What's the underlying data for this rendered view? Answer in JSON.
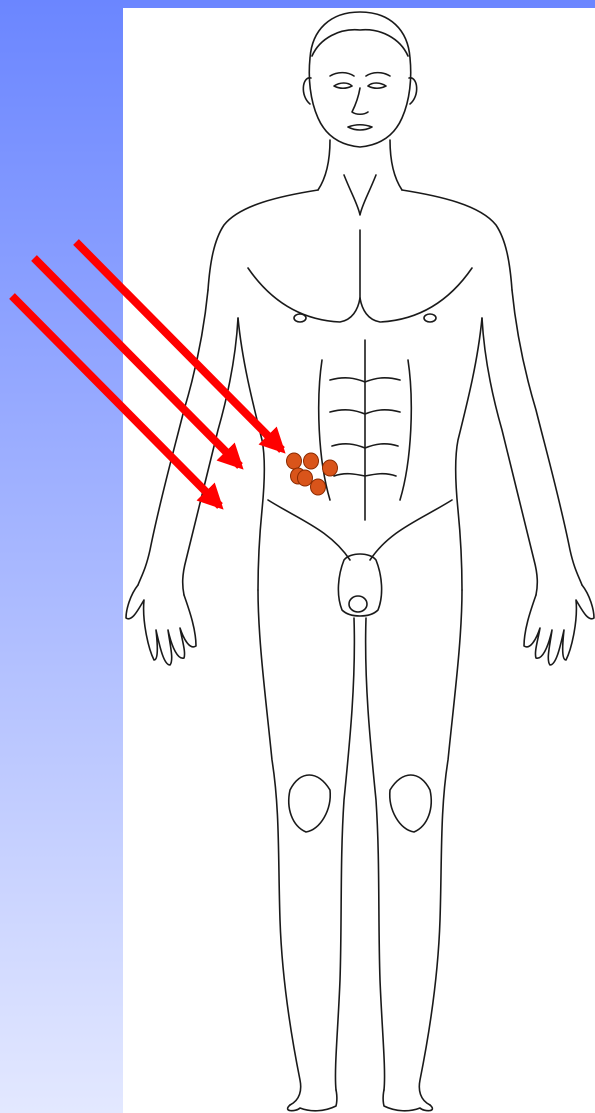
{
  "background": {
    "gradient_top": "#6b86ff",
    "gradient_bottom": "#e3e8ff",
    "panel_color": "#ffffff"
  },
  "figure": {
    "subject": "human-body-front-outline",
    "outline_color": "#1a1a1a"
  },
  "markers": {
    "color": "#d9541a",
    "outline_color": "#8a2a00",
    "count": 6
  },
  "arrows": {
    "color": "#ff0000",
    "count": 3
  }
}
